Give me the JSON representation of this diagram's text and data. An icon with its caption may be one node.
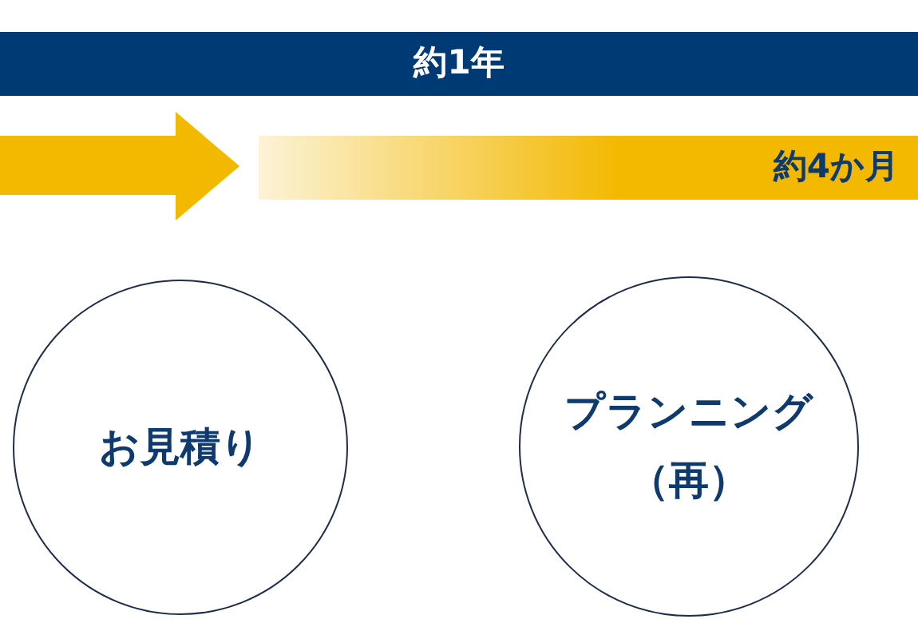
{
  "diagram": {
    "nodes": [
      {
        "text": [
          "約1年"
        ]
      },
      {
        "text": [
          "約4か月"
        ]
      },
      {
        "text": [
          "お見積り"
        ]
      },
      {
        "text": [
          "プランニング（再）"
        ]
      }
    ],
    "edges": []
  }
}
